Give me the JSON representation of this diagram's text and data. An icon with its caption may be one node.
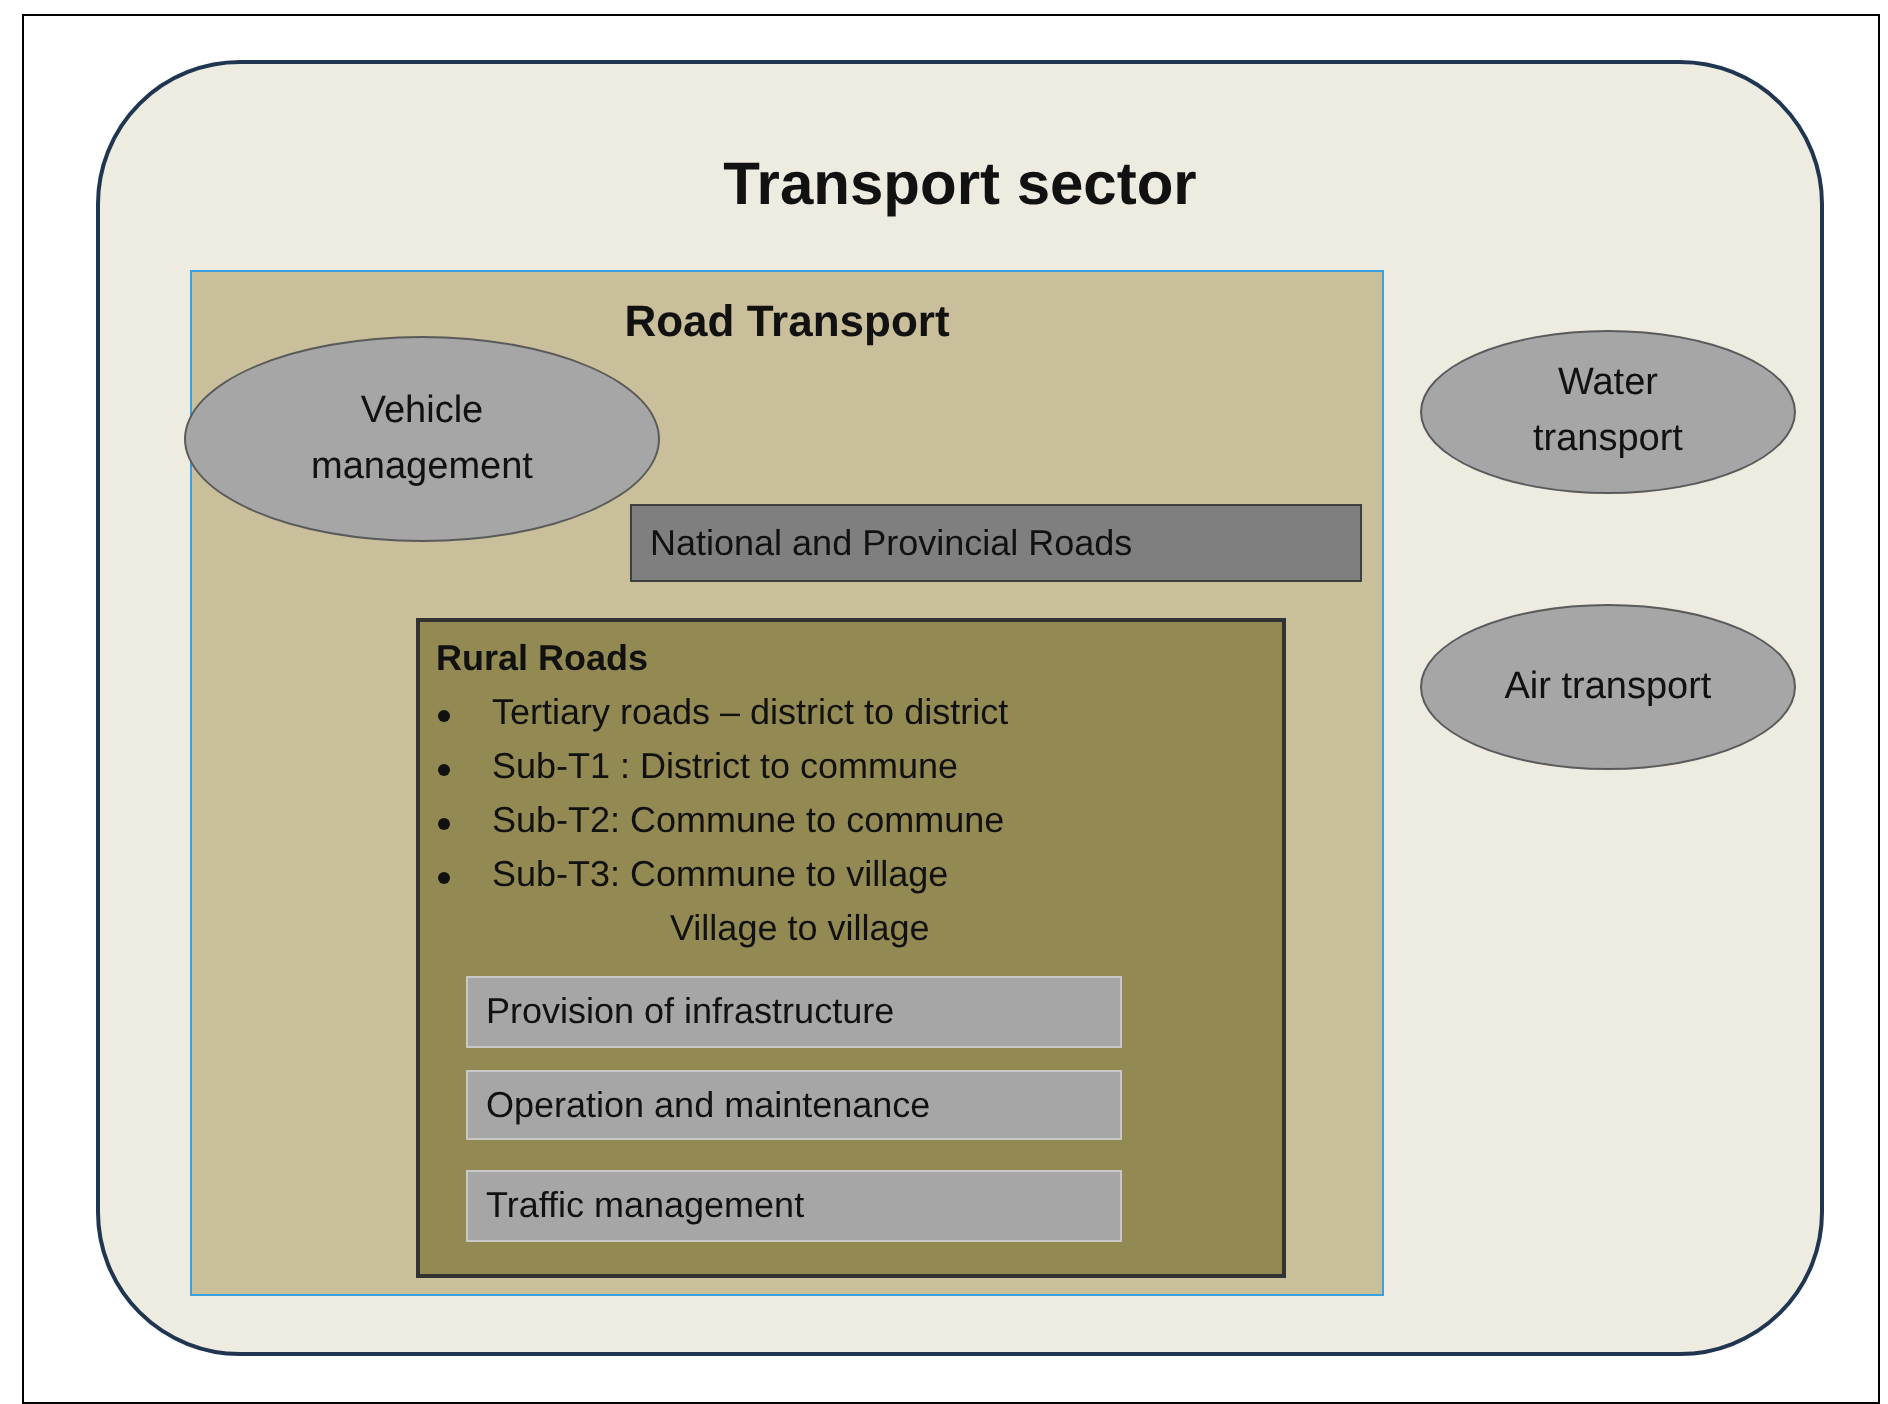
{
  "diagram": {
    "nodes": [
      {
        "text": [
          "Transport sector"
        ]
      },
      {
        "text": [
          "Road Transport"
        ],
        "in": 0
      },
      {
        "text": [
          "Vehicle management"
        ],
        "in": 1
      },
      {
        "text": [
          "National and Provincial Roads"
        ],
        "in": 1
      },
      {
        "text": [
          "Rural Roads",
          "Tertiary roads – district to district",
          "Sub-T1 : District to commune",
          "Sub-T2: Commune to commune",
          "Sub-T3: Commune to village",
          "Village to village"
        ],
        "in": 1
      },
      {
        "text": [
          "Provision of infrastructure"
        ],
        "in": 4
      },
      {
        "text": [
          "Operation and maintenance"
        ],
        "in": 4
      },
      {
        "text": [
          "Traffic management"
        ],
        "in": 4
      },
      {
        "text": [
          "Water transport"
        ],
        "in": 0
      },
      {
        "text": [
          "Air transport"
        ],
        "in": 0
      }
    ],
    "edges": []
  }
}
